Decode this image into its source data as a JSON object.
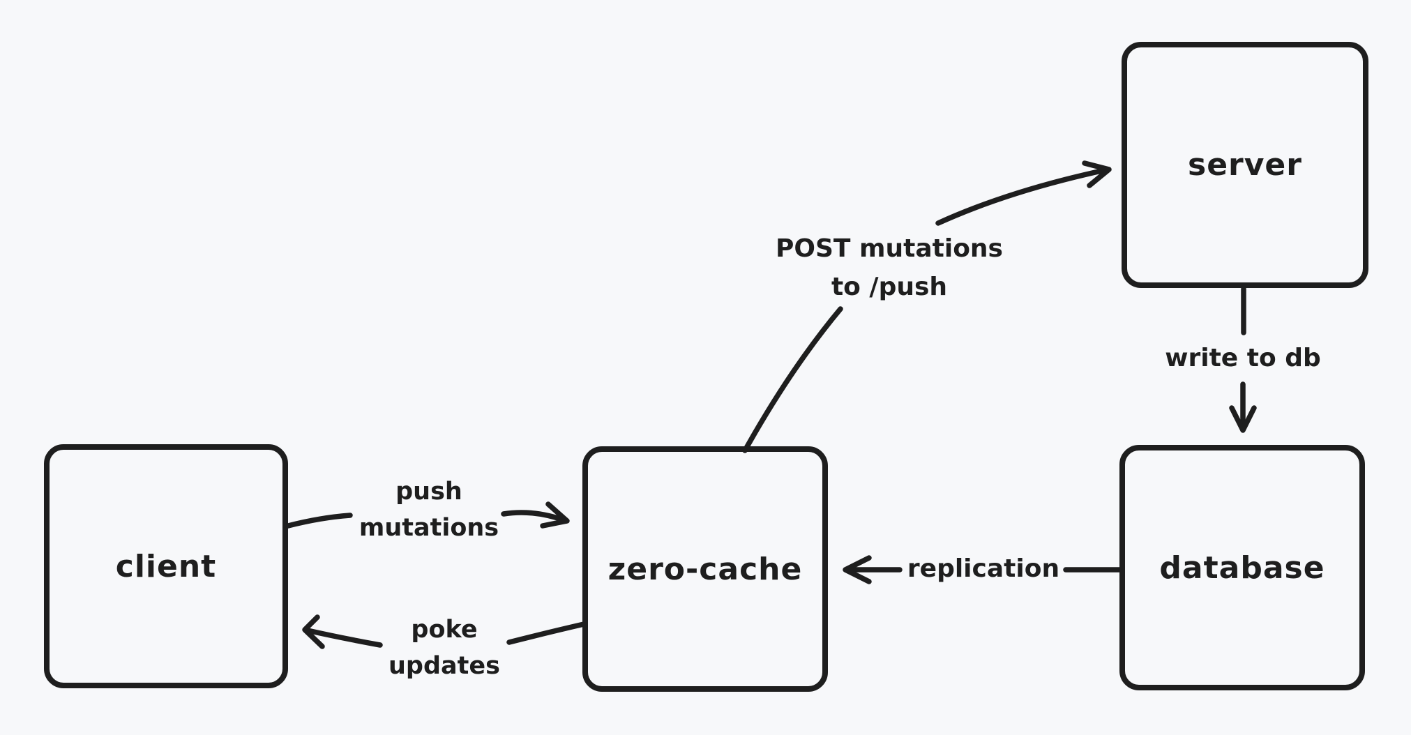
{
  "diagram": {
    "background_color": "#f7f8fa",
    "stroke_color": "#1e1e1e",
    "style": "hand-drawn-whiteboard",
    "nodes": [
      {
        "id": "client",
        "label": "client"
      },
      {
        "id": "zero-cache",
        "label": "zero-cache"
      },
      {
        "id": "server",
        "label": "server"
      },
      {
        "id": "database",
        "label": "database"
      }
    ],
    "edges": [
      {
        "id": "push-mutations",
        "from": "client",
        "to": "zero-cache",
        "label_lines": [
          "push",
          "mutations"
        ]
      },
      {
        "id": "poke-updates",
        "from": "zero-cache",
        "to": "client",
        "label_lines": [
          "poke",
          "updates"
        ]
      },
      {
        "id": "post-mutations",
        "from": "zero-cache",
        "to": "server",
        "label_lines": [
          "POST mutations",
          "to /push"
        ]
      },
      {
        "id": "write-to-db",
        "from": "server",
        "to": "database",
        "label_lines": [
          "write to db"
        ]
      },
      {
        "id": "replication",
        "from": "database",
        "to": "zero-cache",
        "label_lines": [
          "replication"
        ]
      }
    ]
  }
}
